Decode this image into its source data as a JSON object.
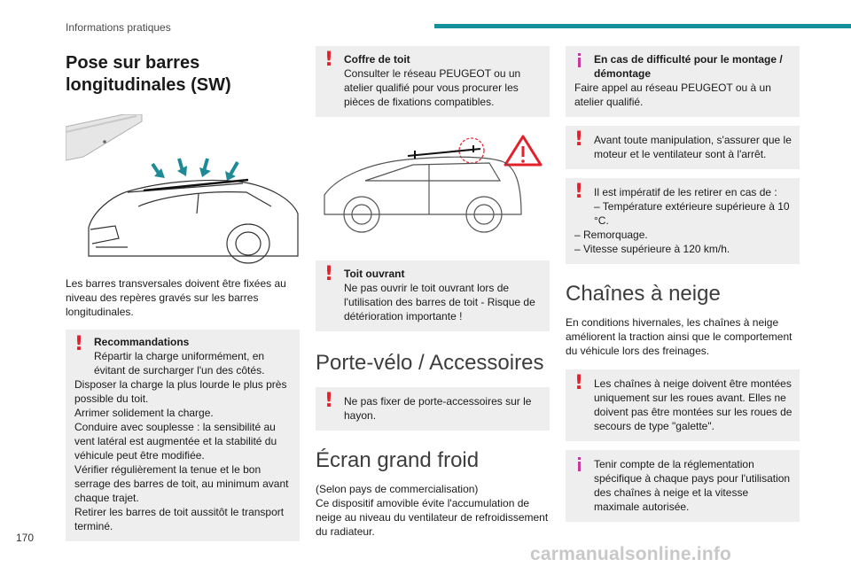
{
  "header": {
    "section": "Informations pratiques",
    "accent_color": "#15919e"
  },
  "page_number": "170",
  "watermark": "carmanualsonline.info",
  "col1": {
    "title": "Pose sur barres longitudinales (SW)",
    "intro": "Les barres transversales doivent être fixées au niveau des repères gravés sur les barres longitudinales.",
    "notice": {
      "icon": "warning-exclamation",
      "title": "Recommandations",
      "lines": [
        "Répartir la charge uniformément, en évitant de surcharger l'un des côtés.",
        "Disposer la charge la plus lourde le plus près possible du toit.",
        "Arrimer solidement la charge.",
        "Conduire avec souplesse : la sensibilité au vent latéral est augmentée et la stabilité du véhicule peut être modifiée.",
        "Vérifier régulièrement la tenue et le bon serrage des barres de toit, au minimum avant chaque trajet.",
        "Retirer les barres de toit aussitôt le transport terminé."
      ]
    }
  },
  "col2": {
    "coffre": {
      "icon": "warning-exclamation",
      "title": "Coffre de toit",
      "text": "Consulter le réseau PEUGEOT ou un atelier qualifié pour vous procurer les pièces de fixations compatibles."
    },
    "toit": {
      "icon": "warning-exclamation",
      "title": "Toit ouvrant",
      "text": "Ne pas ouvrir le toit ouvrant lors de l'utilisation des barres de toit - Risque de détérioration importante !"
    },
    "porte_velo": {
      "title": "Porte-vélo / Accessoires",
      "notice": "Ne pas fixer de porte-accessoires sur le hayon."
    },
    "ecran": {
      "title": "Écran grand froid",
      "text": "(Selon pays de commercialisation)\nCe dispositif amovible évite l'accumulation de neige au niveau du ventilateur de refroidissement du radiateur."
    }
  },
  "col3": {
    "montage": {
      "icon": "info-i",
      "title": "En cas de difficulté pour le montage / démontage",
      "text": "Faire appel au réseau PEUGEOT ou à un atelier qualifié."
    },
    "manipulation": {
      "icon": "warning-exclamation",
      "text": "Avant toute manipulation, s'assurer que le moteur et le ventilateur sont à l'arrêt."
    },
    "retirer": {
      "icon": "warning-exclamation",
      "intro": "Il est impératif de les retirer en cas de :",
      "items": [
        "– Température extérieure supérieure à 10 °C.",
        "– Remorquage.",
        "– Vitesse supérieure à 120 km/h."
      ]
    },
    "chaines": {
      "title": "Chaînes à neige",
      "text": "En conditions hivernales, les chaînes à neige améliorent la traction ainsi que le comportement du véhicule lors des freinages.",
      "notice1": "Les chaînes à neige doivent être montées uniquement sur les roues avant. Elles ne doivent pas être montées sur les roues de secours de type \"galette\".",
      "notice2": "Tenir compte de la réglementation spécifique à chaque pays pour l'utilisation des chaînes à neige et la vitesse maximale autorisée."
    }
  },
  "colors": {
    "warning_red": "#e4202c",
    "info_magenta": "#c23b9c",
    "arrow_teal": "#1d8a96"
  }
}
